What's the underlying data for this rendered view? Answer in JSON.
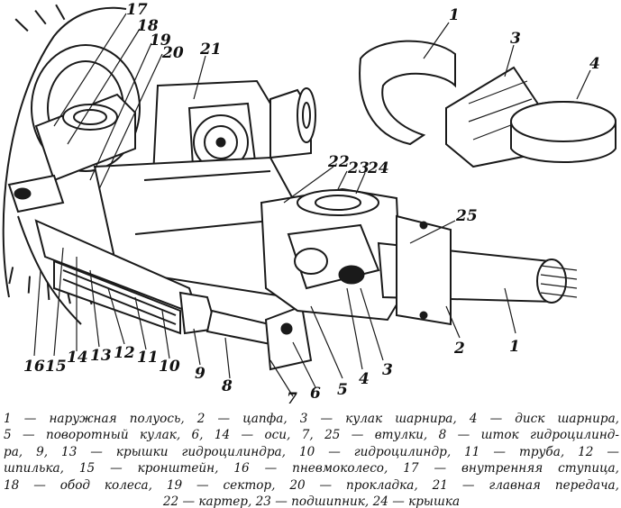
{
  "callouts": {
    "c1": "1",
    "c2": "2",
    "c3": "3",
    "c4": "4",
    "c5": "5",
    "c6": "6",
    "c7": "7",
    "c8": "8",
    "c9": "9",
    "c10": "10",
    "c11": "11",
    "c12": "12",
    "c13": "13",
    "c14": "14",
    "c15": "15",
    "c16": "16",
    "c17": "17",
    "c18": "18",
    "c19": "19",
    "c20": "20",
    "c21": "21",
    "c22": "22",
    "c23": "23",
    "c24": "24",
    "c25": "25",
    "inset1": "1",
    "inset3": "3",
    "inset4": "4"
  },
  "caption": {
    "line1": "1 — наружная полуось, 2 — цапфа, 3 — кулак шарнира, 4 — диск шарнира,",
    "line2": "5 — поворотный кулак, 6, 14 — оси, 7, 25 — втулки, 8 — шток гидроцилинд-",
    "line3": "ра, 9, 13 — крышки гидроцилиндра, 10 — гидроцилиндр, 11 — труба, 12 —",
    "line4": "шпилька, 15 — кронштейн, 16 — пневмоколесо, 17 — внутренняя ступица,",
    "line5": "18 — обод колеса, 19 — сектор, 20 — прокладка, 21 — главная передача,",
    "line6": "22 — картер, 23 — подшипник, 24 — крышка"
  }
}
